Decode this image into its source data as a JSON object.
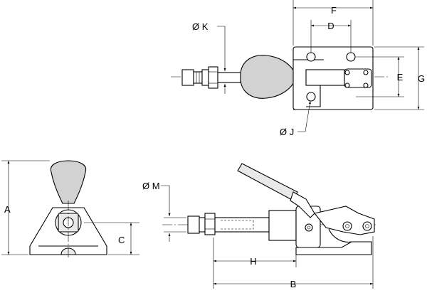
{
  "labels": {
    "A": "A",
    "B": "B",
    "C": "C",
    "D": "D",
    "E": "E",
    "F": "F",
    "G": "G",
    "H": "H",
    "J": "Ø J",
    "K": "Ø K",
    "M": "Ø M"
  }
}
